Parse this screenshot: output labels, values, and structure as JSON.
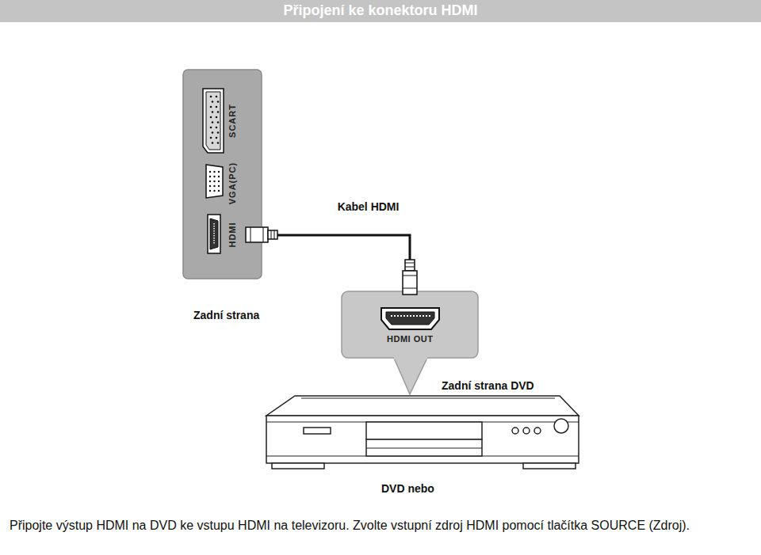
{
  "diagram": {
    "title": "Připojení ke konektoru HDMI",
    "caption": "Připojte výstup HDMI na DVD ke vstupu HDMI na televizoru. Zvolte vstupní zdroj HDMI pomocí tlačítka SOURCE (Zdroj).",
    "nodes": [
      {
        "text": [
          "SCART",
          "VGA(PC)",
          "HDMI"
        ]
      },
      {
        "text": [
          "HDMI OUT"
        ]
      }
    ],
    "edges": [
      {
        "from": 0,
        "to": 1,
        "arrow": "none",
        "label": "Kabel HDMI"
      }
    ],
    "labels": [
      "Zadní strana",
      "Zadní strana DVD",
      "DVD nebo"
    ]
  }
}
